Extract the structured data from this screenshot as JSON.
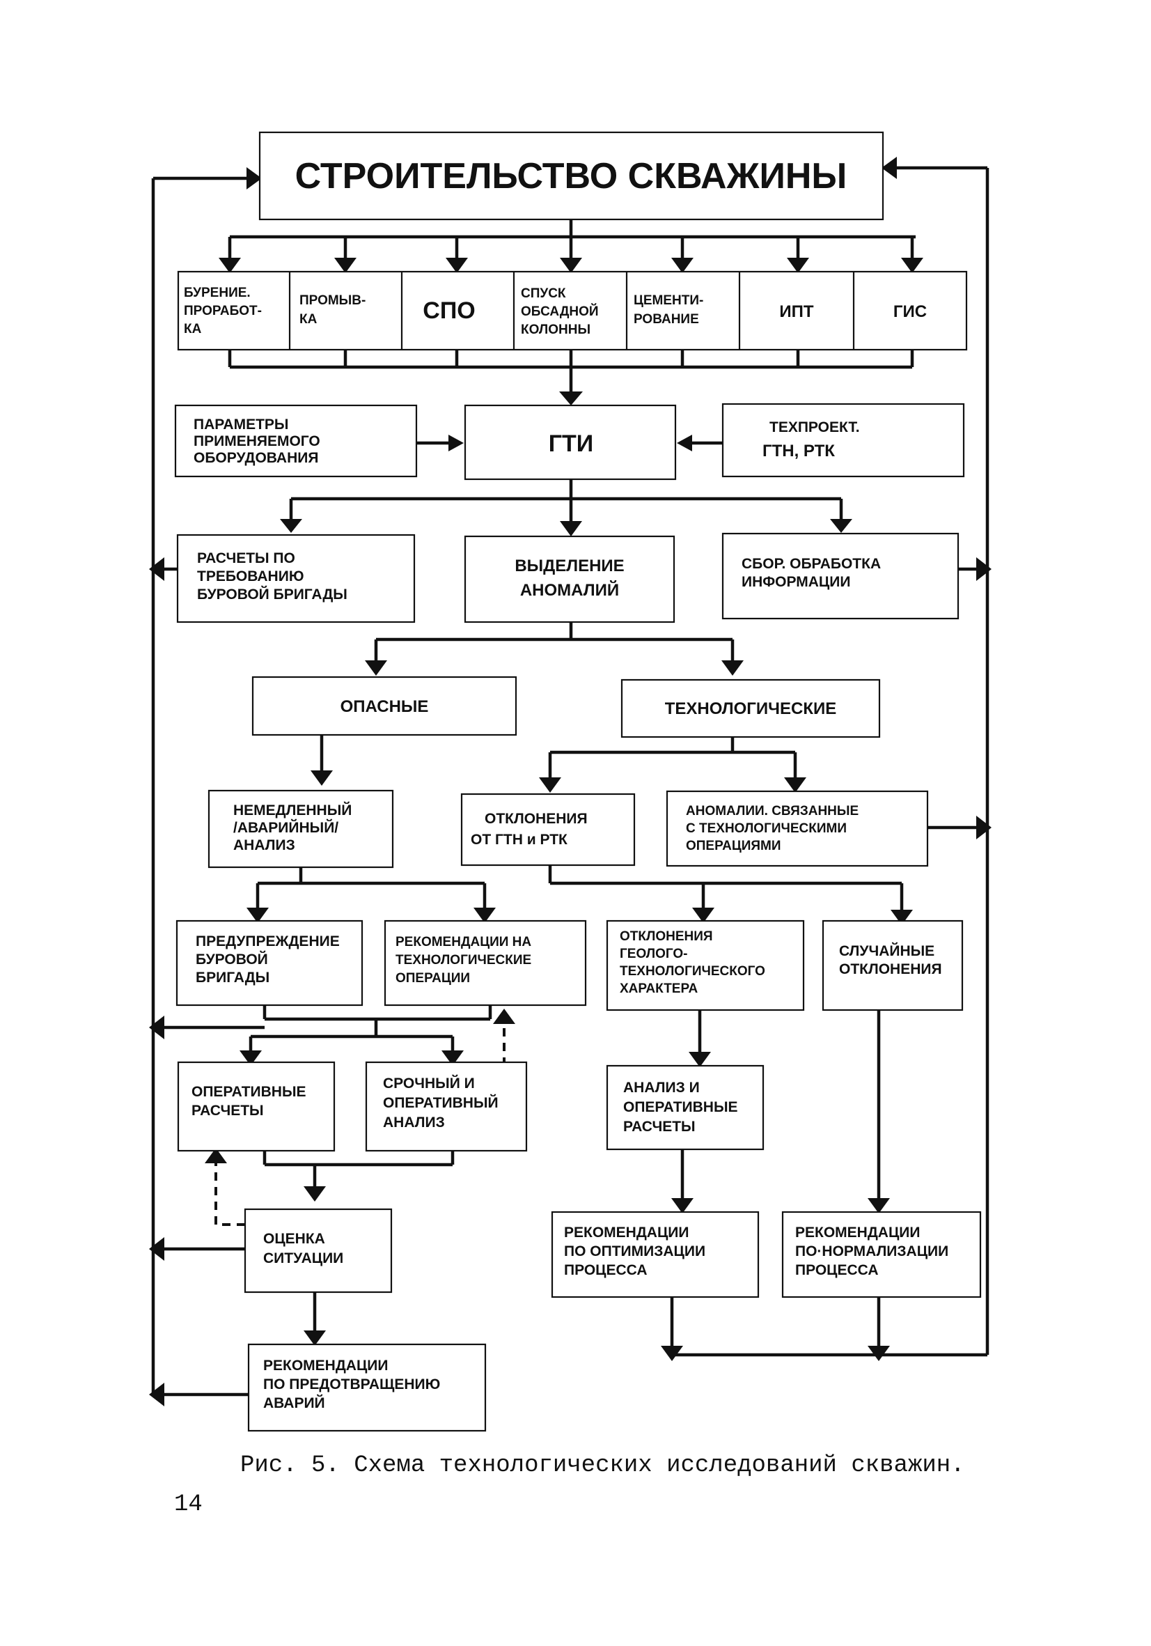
{
  "title": "СТРОИТЕЛЬСТВО СКВАЖИНЫ",
  "operations": [
    [
      "БУРЕНИЕ.",
      "ПРОРАБОТ-",
      "КА"
    ],
    [
      "ПРОМЫВ-",
      "КА"
    ],
    [
      "СПО"
    ],
    [
      "СПУСК",
      "ОБСАДНОЙ",
      "КОЛОННЫ"
    ],
    [
      "ЦЕМЕНТИ-",
      "РОВАНИЕ"
    ],
    [
      "ИПТ"
    ],
    [
      "ГИС"
    ]
  ],
  "equipment_params": [
    "ПАРАМЕТРЫ",
    "ПРИМЕНЯЕМОГО",
    "ОБОРУДОВАНИЯ"
  ],
  "gti": "ГТИ",
  "techproject": [
    "ТЕХПРОЕКТ.",
    "ГТН,  РТК"
  ],
  "crew_calculations": [
    "РАСЧЕТЫ  ПО",
    "ТРЕБОВАНИЮ",
    "БУРОВОЙ  БРИГАДЫ"
  ],
  "anomaly_detection": [
    "ВЫДЕЛЕНИЕ",
    "АНОМАЛИЙ"
  ],
  "data_collection": [
    "СБОР.  ОБРАБОТКА",
    "ИНФОРМАЦИИ"
  ],
  "dangerous": "ОПАСНЫЕ",
  "technological": "ТЕХНОЛОГИЧЕСКИЕ",
  "immediate_analysis": [
    "НЕМЕДЛЕННЫЙ",
    "/АВАРИЙНЫЙ/",
    "АНАЛИЗ"
  ],
  "deviations_gtn_rtk": [
    "ОТКЛОНЕНИЯ",
    "ОТ  ГТН  и  РТК"
  ],
  "tech_ops_anomalies": [
    "АНОМАЛИИ.  СВЯЗАННЫЕ",
    "С  ТЕХНОЛОГИЧЕСКИМИ",
    "ОПЕРАЦИЯМИ"
  ],
  "crew_warning": [
    "ПРЕДУПРЕЖДЕНИЕ",
    "БУРОВОЙ",
    "БРИГАДЫ"
  ],
  "tech_ops_recommendations": [
    "РЕКОМЕНДАЦИИ  НА",
    "ТЕХНОЛОГИЧЕСКИЕ",
    "ОПЕРАЦИИ"
  ],
  "geo_tech_deviations": [
    "ОТКЛОНЕНИЯ",
    "ГЕОЛОГО-",
    "ТЕХНОЛОГИЧЕСКОГО",
    "ХАРАКТЕРА"
  ],
  "random_deviations": [
    "СЛУЧАЙНЫЕ",
    "ОТКЛОНЕНИЯ"
  ],
  "operational_calculations": [
    "ОПЕРАТИВНЫЕ",
    "РАСЧЕТЫ"
  ],
  "urgent_analysis": [
    "СРОЧНЫЙ  И",
    "ОПЕРАТИВНЫЙ",
    "АНАЛИЗ"
  ],
  "analysis_calculations": [
    "АНАЛИЗ  И",
    "ОПЕРАТИВНЫЕ",
    "РАСЧЕТЫ"
  ],
  "situation_assessment": [
    "ОЦЕНКА",
    "СИТУАЦИИ"
  ],
  "optimization_recommendations": [
    "РЕКОМЕНДАЦИИ",
    "ПО  ОПТИМИЗАЦИИ",
    "ПРОЦЕССА"
  ],
  "normalization_recommendations": [
    "РЕКОМЕНДАЦИИ",
    "ПО·НОРМАЛИЗАЦИИ",
    "ПРОЦЕССА"
  ],
  "accident_prevention": [
    "РЕКОМЕНДАЦИИ",
    "ПО  ПРЕДОТВРАЩЕНИЮ",
    "АВАРИЙ"
  ],
  "caption": "Рис. 5. Схема технологических исследований скважин.",
  "page_number": "14"
}
